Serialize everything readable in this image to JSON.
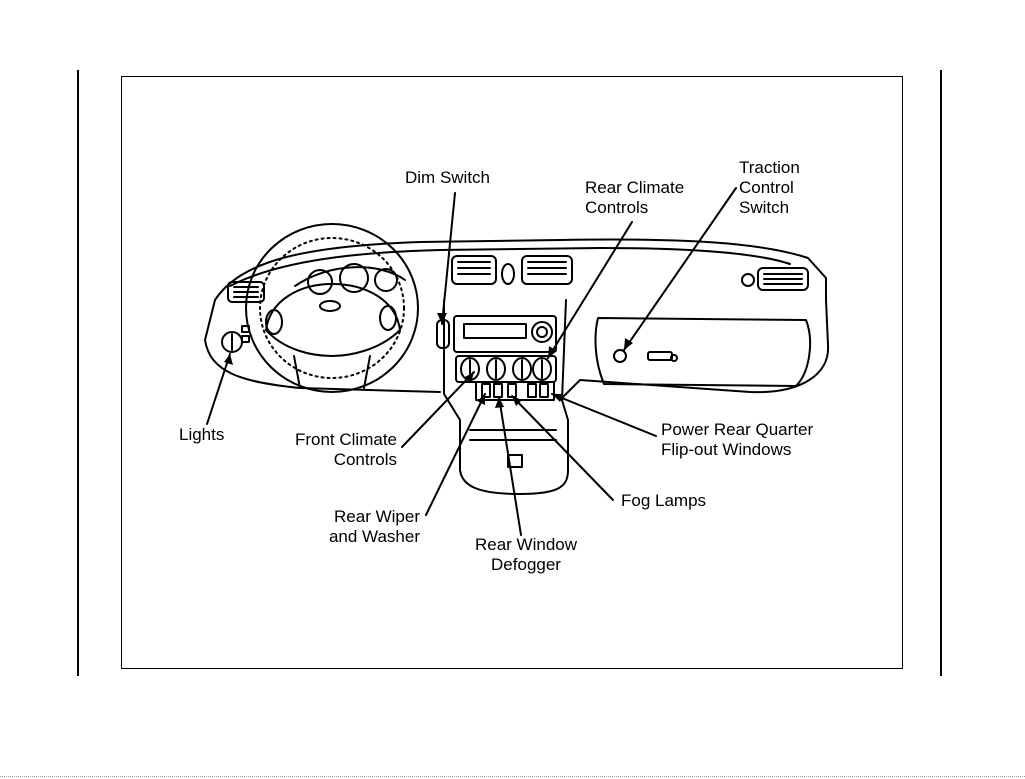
{
  "callouts": {
    "dim_switch": "Dim Switch",
    "rear_climate_controls": "Rear Climate\nControls",
    "traction_control_switch": "Traction\nControl\nSwitch",
    "lights": "Lights",
    "front_climate_controls": "Front Climate\nControls",
    "rear_wiper_washer": "Rear Wiper\nand Washer",
    "rear_window_defogger": "Rear Window\nDefogger",
    "fog_lamps": "Fog Lamps",
    "power_rear_quarter_windows": "Power Rear Quarter\nFlip-out Windows"
  }
}
